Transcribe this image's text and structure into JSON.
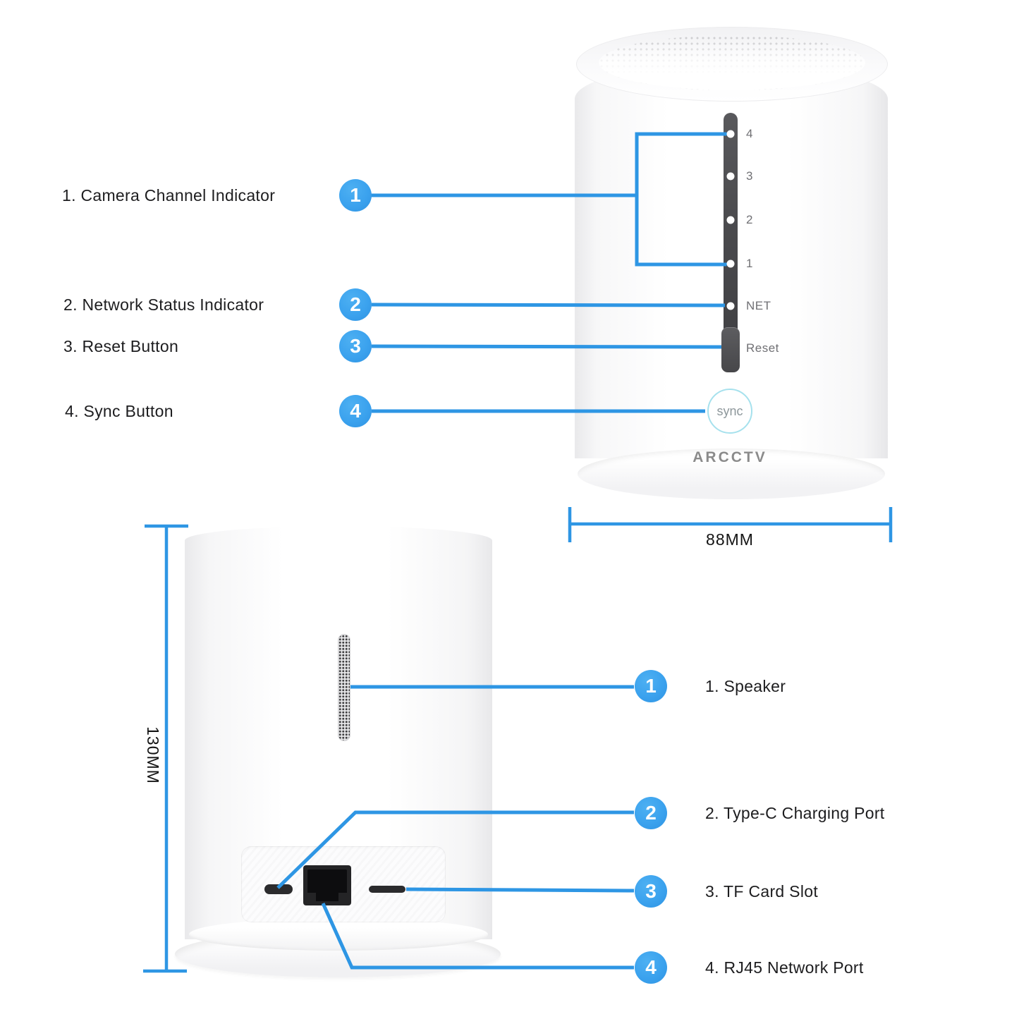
{
  "front_section": {
    "items": [
      {
        "num": "1",
        "label": "1. Camera Channel Indicator"
      },
      {
        "num": "2",
        "label": "2. Network Status Indicator"
      },
      {
        "num": "3",
        "label": "3. Reset Button"
      },
      {
        "num": "4",
        "label": "4. Sync Button"
      }
    ],
    "panel": {
      "led_labels": [
        "4",
        "3",
        "2",
        "1",
        "NET"
      ],
      "reset_label": "Reset",
      "sync_label": "sync",
      "brand": "ARCCTV"
    },
    "width_dimension": "88MM"
  },
  "back_section": {
    "height_dimension": "130MM",
    "items": [
      {
        "num": "1",
        "label": "1. Speaker"
      },
      {
        "num": "2",
        "label": "2. Type-C Charging Port"
      },
      {
        "num": "3",
        "label": "3. TF Card Slot"
      },
      {
        "num": "4",
        "label": "4. RJ45 Network Port"
      }
    ]
  },
  "colors": {
    "accent_line": "#2E96E4",
    "callout_circle": "#3BA2EE",
    "led_strip": "#4A4A4D",
    "label_text": "#1D1D1F",
    "panel_text": "#707074",
    "sync_ring": "#A6E1ED",
    "brand_text": "#8B8B8B"
  }
}
